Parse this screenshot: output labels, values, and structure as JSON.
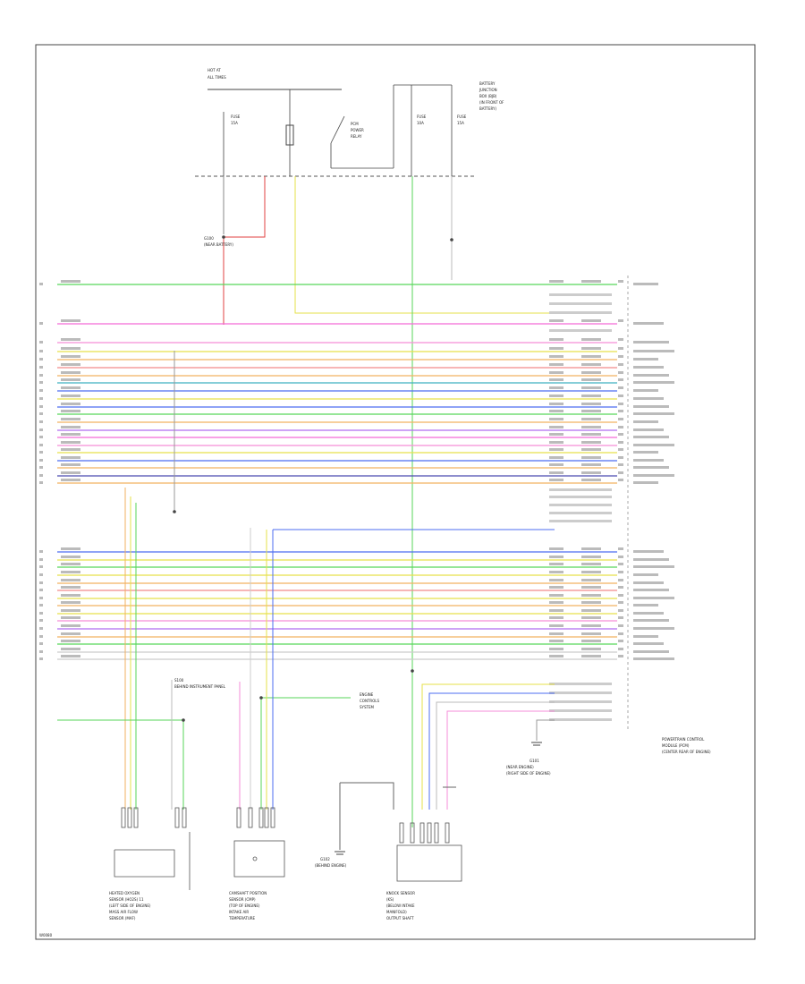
{
  "fuse_panel_label": [
    "HOT AT",
    "ALL TIMES"
  ],
  "power_relay_label": [
    "BATTERY",
    "JUNCTION",
    "BOX (BJB)",
    "(IN FRONT OF",
    "BATTERY)"
  ],
  "fuses": [
    {
      "id": "F1",
      "lines": [
        "FUSE",
        "15A"
      ]
    },
    {
      "id": "F2",
      "lines": [
        "PCM",
        "POWER",
        "RELAY"
      ]
    },
    {
      "id": "F3",
      "lines": [
        "FUSE",
        "10A"
      ]
    },
    {
      "id": "F4",
      "lines": [
        "FUSE",
        "15A"
      ]
    }
  ],
  "pcm_label": [
    "POWERTRAIN CONTROL",
    "MODULE (PCM)",
    "(CENTER REAR OF ENGINE)"
  ],
  "components": [
    {
      "id": "c1",
      "lines": [
        "HEATED OXYGEN",
        "SENSOR (HO2S) 11",
        "(LEFT SIDE OF ENGINE)",
        "MASS AIR FLOW",
        "SENSOR (MAF)"
      ]
    },
    {
      "id": "c2",
      "lines": [
        "CAMSHAFT POSITION",
        "SENSOR (CMP)",
        "(TOP OF ENGINE)",
        "INTAKE AIR",
        "TEMPERATURE"
      ]
    },
    {
      "id": "c3",
      "lines": [
        "KNOCK SENSOR",
        "(KS)",
        "(BELOW INTAKE",
        "MANIFOLD)",
        "OUTPUT SHAFT"
      ]
    }
  ],
  "annotations": {
    "ground_a": [
      "G100",
      "(NEAR BATTERY)"
    ],
    "ground_b": [
      "G101",
      "(NEAR ENGINE)",
      "(RIGHT SIDE OF ENGINE)"
    ],
    "ground_c": [
      "G102",
      "(BEHIND ENGINE)"
    ],
    "splice_ref": [
      "S100",
      "BEHIND INSTRUMENT PANEL"
    ],
    "sensor_ref": [
      "ENGINE",
      "CONTROLS",
      "SYSTEM"
    ]
  },
  "footer_code": "W0080"
}
